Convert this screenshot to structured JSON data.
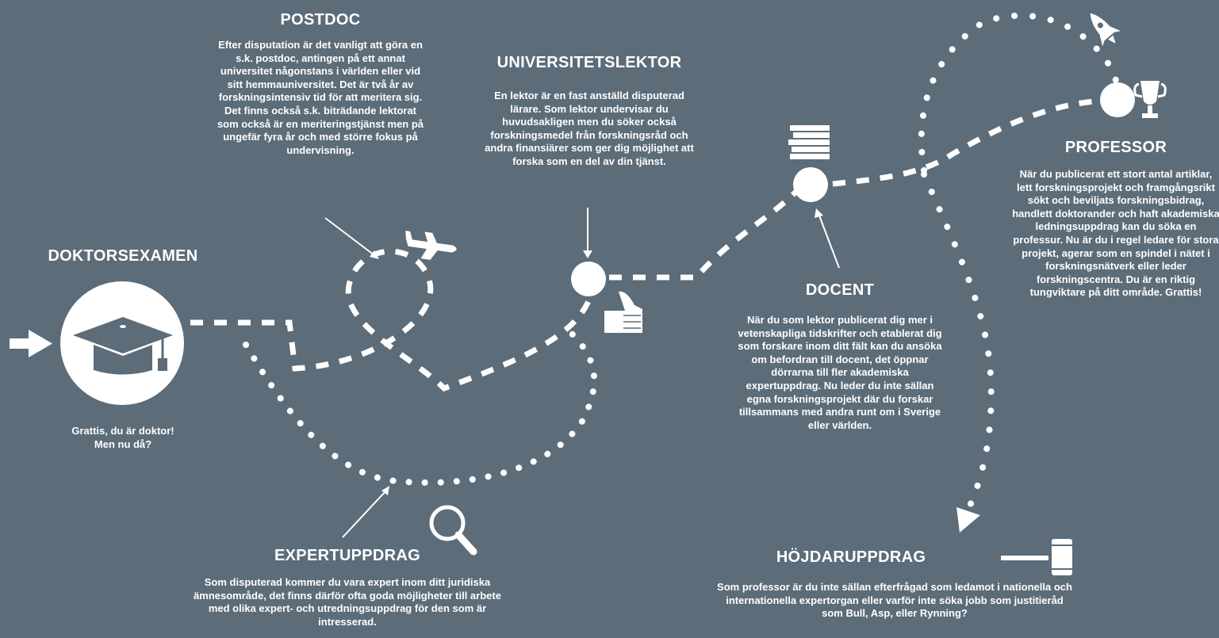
{
  "start": {
    "title": "DOKTORSEXAMEN",
    "caption": "Grattis, du är doktor!\nMen nu då?"
  },
  "stages": {
    "postdoc": {
      "title": "POSTDOC",
      "text": "Efter disputation är det vanligt att göra en s.k. postdoc, antingen på ett annat universitet någonstans i världen eller vid sitt hemmauniversitet. Det är två år av forskningsintensiv tid för att meritera sig. Det finns också s.k. biträdande lektorat som också är en meriteringstjänst men på ungefär fyra år och med större fokus på undervisning."
    },
    "lektor": {
      "title": "UNIVERSITETSLEKTOR",
      "text": "En lektor är en fast anställd disputerad lärare. Som lektor undervisar du huvudsakligen men du söker också forskningsmedel från forskningsråd och andra finansiärer som ger dig möjlighet att forska som en del av din tjänst."
    },
    "docent": {
      "title": "DOCENT",
      "text": "När du som lektor publicerat dig mer i vetenskapliga tidskrifter och etablerat dig som forskare inom ditt fält kan du ansöka om befordran till docent, det öppnar dörrarna till fler akademiska expertuppdrag. Nu leder du inte sällan egna forskningsprojekt där du forskar tillsammans med andra runt om i Sverige eller världen."
    },
    "professor": {
      "title": "PROFESSOR",
      "text": "När du publicerat ett stort antal artiklar, lett forskningsprojekt och framgångsrikt sökt och beviljats forskningsbidrag, handlett doktorander och haft akademiska ledningsuppdrag kan du söka en professur. Nu är du i regel ledare för stora projekt, agerar som en spindel i nätet i forskningsnätverk eller leder forskningscentra. Du är en riktig tungviktare på ditt område. Grattis!"
    },
    "expert": {
      "title": "EXPERTUPPDRAG",
      "text": "Som disputerad kommer du vara expert inom ditt juridiska ämnesområde, det finns därför ofta goda möjligheter till arbete med olika expert- och utredningsuppdrag för den som är intresserad."
    },
    "hojdar": {
      "title": "HÖJDARUPPDRAG",
      "text": "Som professor är du inte sällan efterfrågad som ledamot i nationella och internationella expertorgan eller varför inte söka jobb som justitieråd som Bull, Asp, eller Rynning?"
    }
  },
  "icons": [
    "arrow-right-icon",
    "graduation-cap-icon",
    "airplane-icon",
    "thumbs-up-icon",
    "books-icon",
    "rocket-icon",
    "trophy-icon",
    "magnifier-icon",
    "gavel-icon"
  ],
  "colors": {
    "background": "#5c6c79",
    "foreground": "#ffffff"
  }
}
